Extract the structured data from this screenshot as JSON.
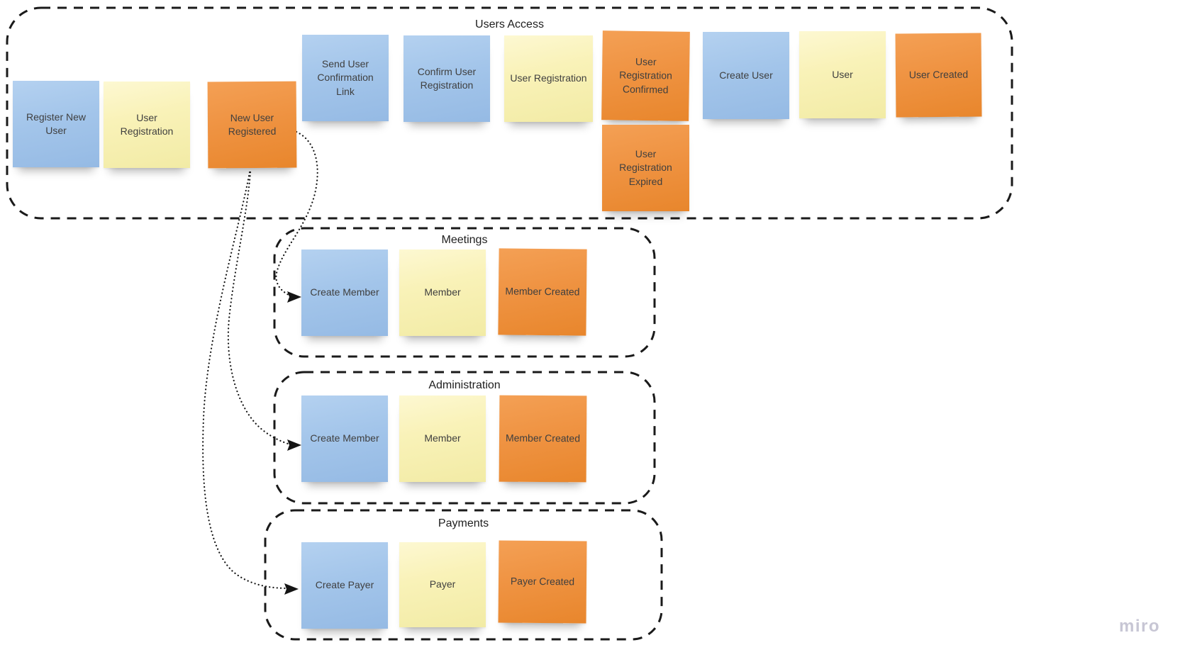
{
  "board": {
    "watermark": "miro",
    "colors": {
      "note_blue": "#a3c5ea",
      "note_yellow": "#f9f2b8",
      "note_orange": "#ef9342",
      "outline": "#1a1a1a",
      "note_text": "#3f3f3f",
      "watermark": "#c7c6d4"
    }
  },
  "groups": [
    {
      "label": "Users Access",
      "notes": [
        {
          "text": "Register New User",
          "color": "blue"
        },
        {
          "text": "User Registration",
          "color": "yellow"
        },
        {
          "text": "New User Registered",
          "color": "orange"
        },
        {
          "text": "Send User Confirmation Link",
          "color": "blue"
        },
        {
          "text": "Confirm User Registration",
          "color": "blue"
        },
        {
          "text": "User Registration",
          "color": "yellow"
        },
        {
          "text": "User Registration Confirmed",
          "color": "orange"
        },
        {
          "text": "User Registration Expired",
          "color": "orange"
        },
        {
          "text": "Create User",
          "color": "blue"
        },
        {
          "text": "User",
          "color": "yellow"
        },
        {
          "text": "User Created",
          "color": "orange"
        }
      ]
    },
    {
      "label": "Meetings",
      "notes": [
        {
          "text": "Create Member",
          "color": "blue"
        },
        {
          "text": "Member",
          "color": "yellow"
        },
        {
          "text": "Member Created",
          "color": "orange"
        }
      ]
    },
    {
      "label": "Administration",
      "notes": [
        {
          "text": "Create Member",
          "color": "blue"
        },
        {
          "text": "Member",
          "color": "yellow"
        },
        {
          "text": "Member Created",
          "color": "orange"
        }
      ]
    },
    {
      "label": "Payments",
      "notes": [
        {
          "text": "Create Payer",
          "color": "blue"
        },
        {
          "text": "Payer",
          "color": "yellow"
        },
        {
          "text": "Payer Created",
          "color": "orange"
        }
      ]
    }
  ],
  "connectors": [
    {
      "from": "New User Registered",
      "to": "Create Member (Meetings)",
      "style": "dotted-arrow"
    },
    {
      "from": "New User Registered",
      "to": "Create Member (Administration)",
      "style": "dotted-arrow"
    },
    {
      "from": "New User Registered",
      "to": "Create Payer (Payments)",
      "style": "dotted-arrow"
    }
  ]
}
